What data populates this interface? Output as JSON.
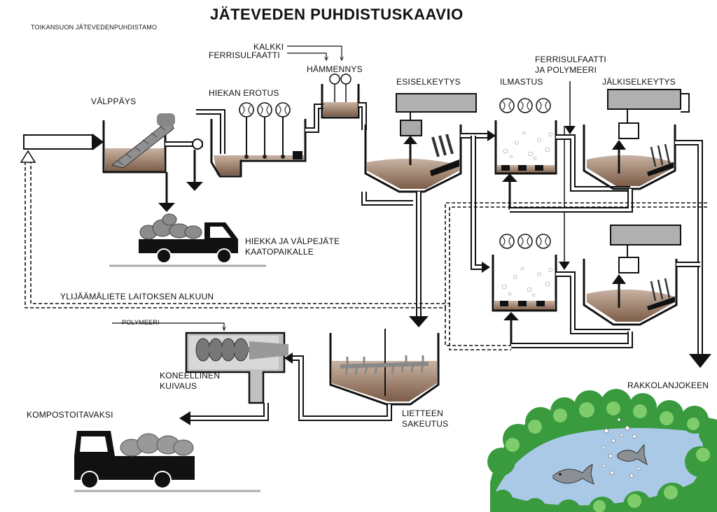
{
  "title": "JÄTEVEDEN PUHDISTUSKAAVIO",
  "plant_name": "TOIKANSUON JÄTEVEDENPUHDISTAMO",
  "labels": {
    "valppays": "VÄLPPÄYS",
    "hiekan_erotus": "HIEKAN EROTUS",
    "kalkki": "KALKKI",
    "ferrisulfaatti": "FERRISULFAATTI",
    "hammennys": "HÄMMENNYS",
    "esiselkeytys": "ESISELKEYTYS",
    "ilmastus": "ILMASTUS",
    "ferrisulfaatti_polymeeri_1": "FERRISULFAATTI",
    "ferrisulfaatti_polymeeri_2": "JA POLYMEERI",
    "jalkiselkeytys": "JÄLKISELKEYTYS",
    "hiekka_1": "HIEKKA JA VÄLPEJÄTE",
    "hiekka_2": "KAATOPAIKALLE",
    "ylijaamaliete": "YLIJÄÄMÄLIETE LAITOKSEN ALKUUN",
    "polymeeri": "POLYMEERI",
    "koneellinen_1": "KONEELLINEN",
    "koneellinen_2": "KUIVAUS",
    "lietteen_1": "LIETTEEN",
    "lietteen_2": "SAKEUTUS",
    "kompostoitavaksi": "KOMPOSTOITAVAKSI",
    "rakkolanjokeen": "RAKKOLANJOKEEN"
  },
  "colors": {
    "sludge": "#8b6b55",
    "sludge_light": "#c9b3a3",
    "equipment": "#b0b0b0",
    "tree": "#3a9a3e",
    "tree_light": "#7fcc6a",
    "river": "#a9c9e6",
    "fish": "#8a9096"
  }
}
